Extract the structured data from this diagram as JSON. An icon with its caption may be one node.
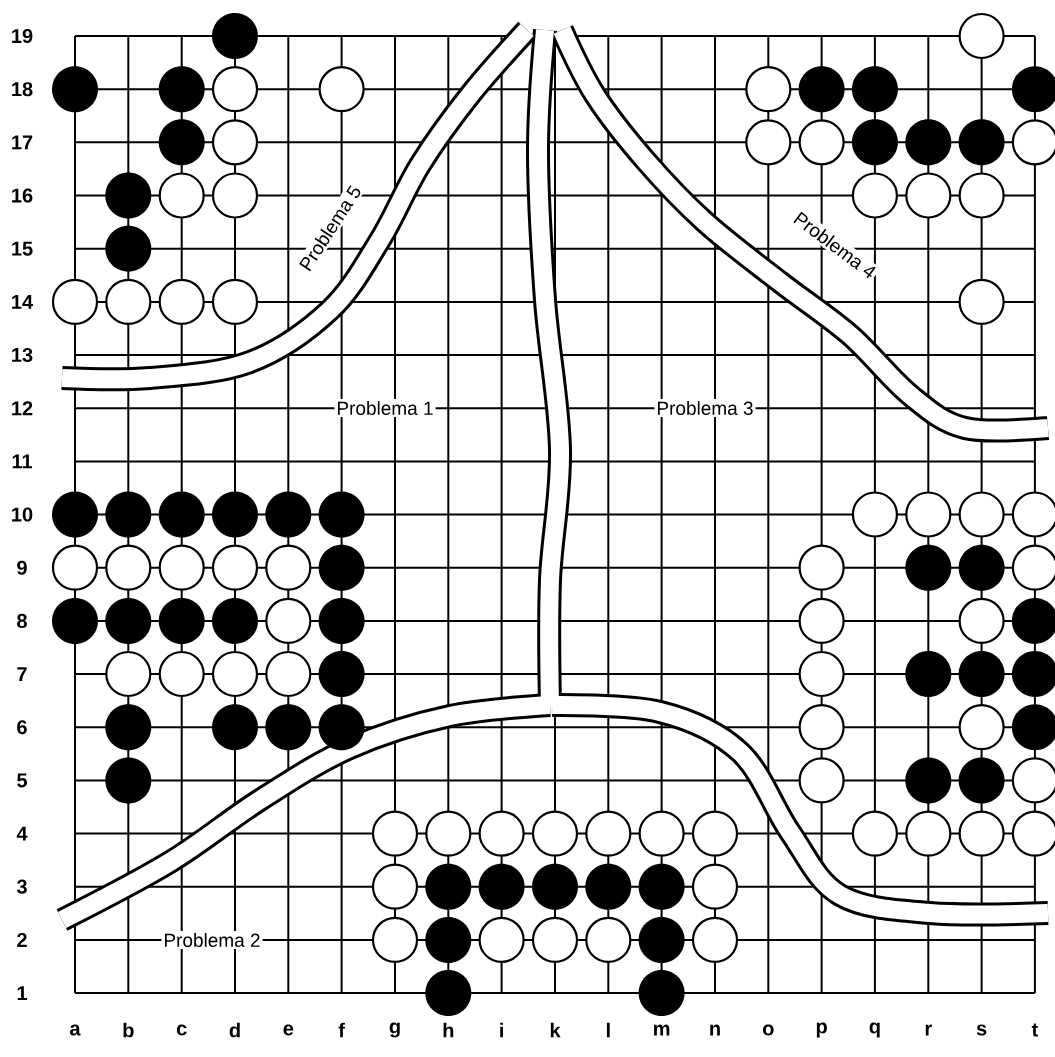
{
  "diagram": {
    "labels": [
      "19",
      "18",
      "17",
      "16",
      "15",
      "14",
      "13",
      "12",
      "11",
      "10",
      "9",
      "8",
      "7",
      "6",
      "5",
      "4",
      "3",
      "2",
      "1",
      "Problema 5",
      "Problema 4",
      "Problema 1",
      "Problema 3",
      "Problema 2",
      "a",
      "b",
      "c",
      "d",
      "e",
      "f",
      "g",
      "h",
      "i",
      "k",
      "l",
      "m",
      "n",
      "o",
      "p",
      "q",
      "r",
      "s",
      "t"
    ]
  }
}
